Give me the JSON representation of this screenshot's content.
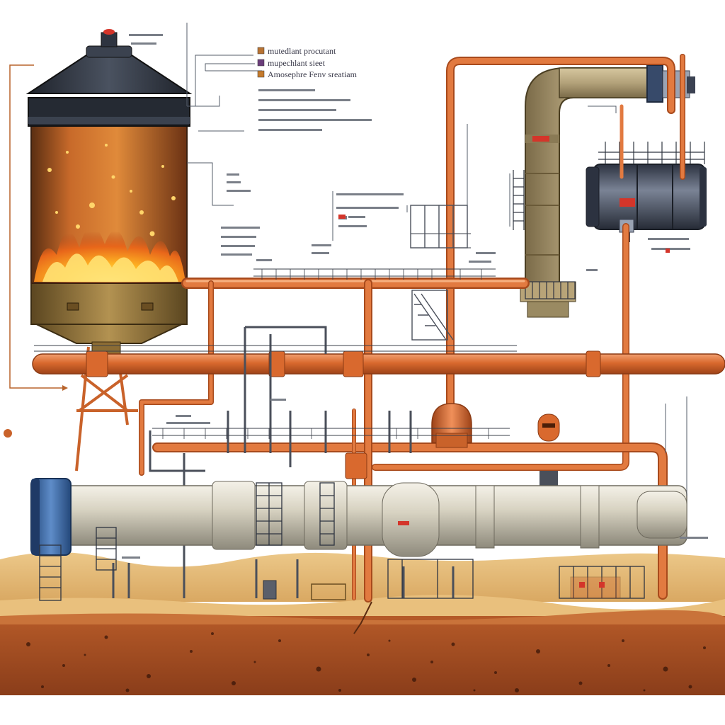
{
  "legend": {
    "items": [
      {
        "label": "mutedlant procutant",
        "swatch": "#b87333"
      },
      {
        "label": "mupechlant sieet",
        "swatch": "#6a3d7a"
      },
      {
        "label": "Amosephre Fenv sreatiam",
        "swatch": "#c57b2c"
      }
    ]
  },
  "colors": {
    "pipe": "#d9692e",
    "pipe_dark": "#a84a1c",
    "tank_body": "#9c7a3c",
    "tank_roof": "#2e3440",
    "fire": "#f6a21b",
    "ground": "#e3b97a",
    "soil": "#9a4a22",
    "steel": "#4a4f5a",
    "silver": "#d8d3c2",
    "blue_cap": "#3b6aa8"
  }
}
